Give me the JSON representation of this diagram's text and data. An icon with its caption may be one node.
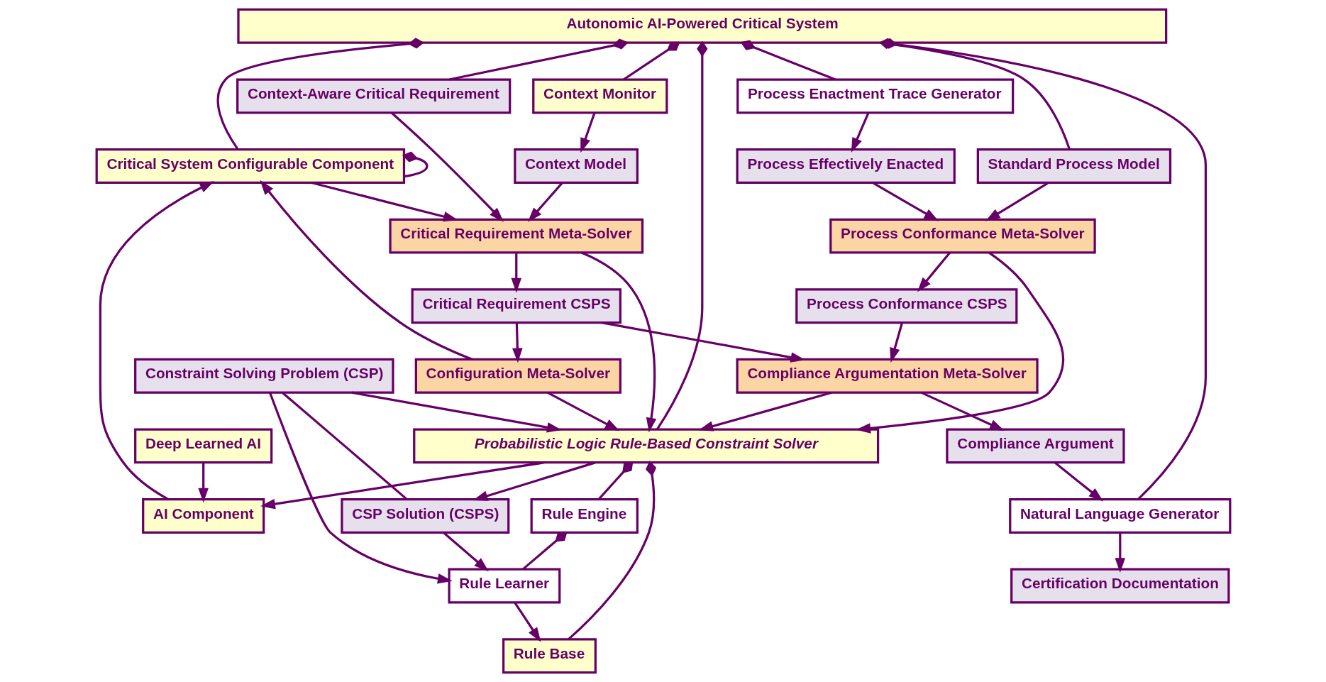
{
  "diagram": {
    "nodes": [
      {
        "text": [
          "Autonomic AI-Powered Critical System"
        ]
      },
      {
        "text": [
          "Critical System Configurable Component"
        ]
      },
      {
        "text": [
          "AI Component"
        ]
      },
      {
        "text": [
          "Deep Learned AI"
        ]
      },
      {
        "text": [
          "Rule Engine"
        ]
      },
      {
        "text": [
          "Rule Learner"
        ]
      },
      {
        "text": [
          "Constraint Solving Problem (CSP)"
        ]
      },
      {
        "text": [
          "Rule Base"
        ]
      },
      {
        "text": [
          "CSP Solution (CSPS)"
        ]
      },
      {
        "text": [
          "Context-Aware Critical Requirement"
        ]
      },
      {
        "text": [
          "Configuration Meta-Solver"
        ]
      },
      {
        "text": [
          "Probabilistic Logic Rule-Based Constraint Solver"
        ]
      },
      {
        "text": [
          "Process Conformance Meta-Solver"
        ]
      },
      {
        "text": [
          "Standard Process Model"
        ]
      },
      {
        "text": [
          "Process Effectively Enacted"
        ]
      },
      {
        "text": [
          "Critical Requirement Meta-Solver"
        ]
      },
      {
        "text": [
          "Critical Requirement CSPS"
        ]
      },
      {
        "text": [
          "Process Conformance CSPS"
        ]
      },
      {
        "text": [
          "Process Enactment Trace Generator"
        ]
      },
      {
        "text": [
          "Context Model"
        ]
      },
      {
        "text": [
          "Natural Language Generator"
        ]
      },
      {
        "text": [
          "Context Monitor"
        ]
      },
      {
        "text": [
          "Compliance Argumentation Meta-Solver"
        ]
      },
      {
        "text": [
          "Compliance Argument"
        ]
      },
      {
        "text": [
          "Certification Documentation"
        ]
      }
    ],
    "edges": [
      {
        "from": 0,
        "to": 21,
        "arrow": "other"
      },
      {
        "from": 0,
        "to": 9,
        "arrow": "other"
      },
      {
        "from": 0,
        "to": 1,
        "arrow": "other"
      },
      {
        "from": 0,
        "to": 11,
        "arrow": "other"
      },
      {
        "from": 0,
        "to": 13,
        "arrow": "other"
      },
      {
        "from": 0,
        "to": 18,
        "arrow": "other"
      },
      {
        "from": 0,
        "to": 20,
        "arrow": "other"
      },
      {
        "from": 1,
        "to": 1,
        "arrow": "other"
      },
      {
        "from": 2,
        "to": 1,
        "arrow": "to"
      },
      {
        "from": 3,
        "to": 2,
        "arrow": "to"
      },
      {
        "from": 4,
        "to": 5,
        "arrow": "other"
      },
      {
        "from": 6,
        "to": 5,
        "arrow": "to"
      },
      {
        "from": 8,
        "to": 5,
        "arrow": "to"
      },
      {
        "from": 5,
        "to": 7,
        "arrow": "to"
      },
      {
        "from": 6,
        "to": 8,
        "arrow": "none"
      },
      {
        "from": 6,
        "to": 11,
        "arrow": "to"
      },
      {
        "from": 11,
        "to": 8,
        "arrow": "to"
      },
      {
        "from": 11,
        "to": 7,
        "arrow": "other"
      },
      {
        "from": 11,
        "to": 4,
        "arrow": "other"
      },
      {
        "from": 11,
        "to": 2,
        "arrow": "to"
      },
      {
        "from": 1,
        "to": 15,
        "arrow": "to"
      },
      {
        "from": 10,
        "to": 1,
        "arrow": "to"
      },
      {
        "from": 10,
        "to": 11,
        "arrow": "to"
      },
      {
        "from": 9,
        "to": 15,
        "arrow": "to"
      },
      {
        "from": 15,
        "to": 11,
        "arrow": "to"
      },
      {
        "from": 15,
        "to": 16,
        "arrow": "to"
      },
      {
        "from": 16,
        "to": 10,
        "arrow": "to"
      },
      {
        "from": 16,
        "to": 22,
        "arrow": "to"
      },
      {
        "from": 22,
        "to": 11,
        "arrow": "to"
      },
      {
        "from": 12,
        "to": 11,
        "arrow": "to"
      },
      {
        "from": 13,
        "to": 12,
        "arrow": "to"
      },
      {
        "from": 14,
        "to": 12,
        "arrow": "to"
      },
      {
        "from": 12,
        "to": 17,
        "arrow": "to"
      },
      {
        "from": 17,
        "to": 22,
        "arrow": "to"
      },
      {
        "from": 18,
        "to": 14,
        "arrow": "to"
      },
      {
        "from": 19,
        "to": 15,
        "arrow": "to"
      },
      {
        "from": 21,
        "to": 19,
        "arrow": "to"
      },
      {
        "from": 22,
        "to": 23,
        "arrow": "to"
      },
      {
        "from": 23,
        "to": 20,
        "arrow": "to"
      },
      {
        "from": 20,
        "to": 24,
        "arrow": "to"
      }
    ]
  }
}
